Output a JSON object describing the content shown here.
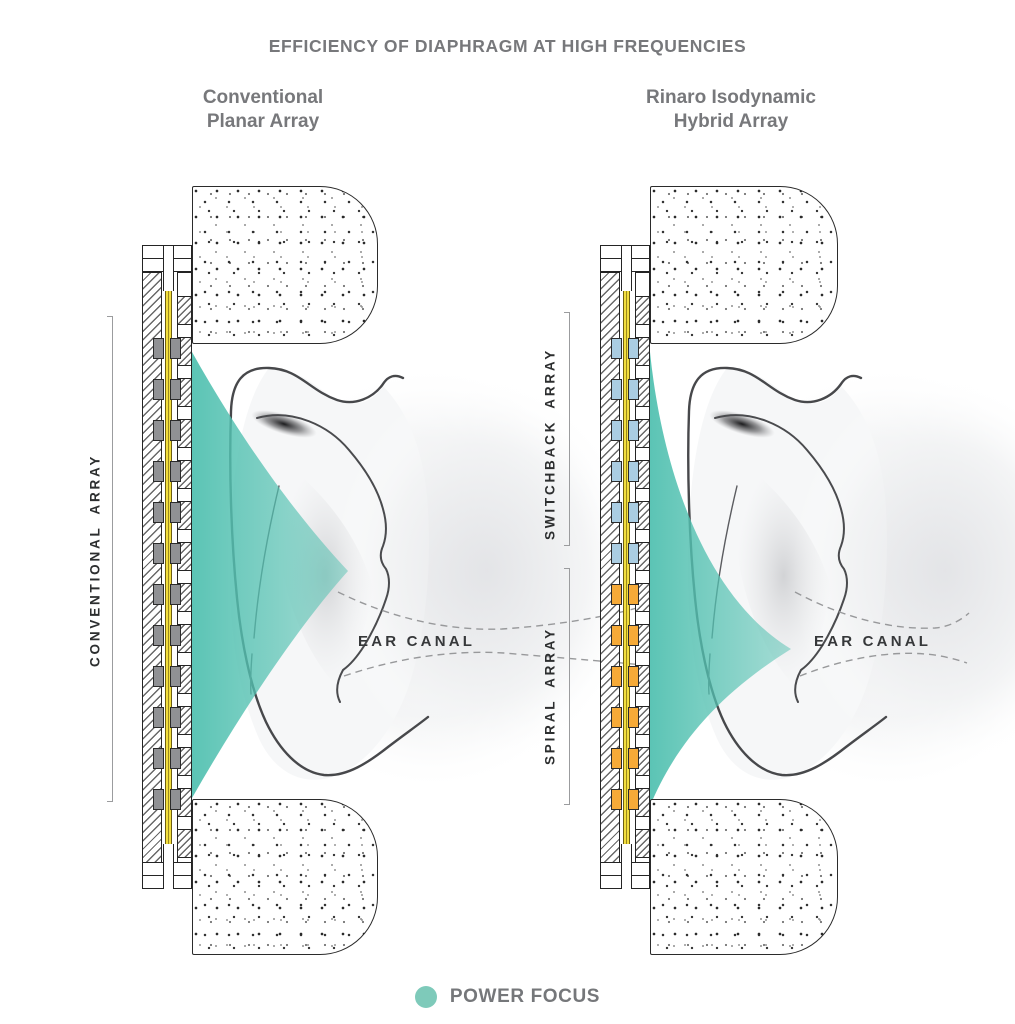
{
  "title": "EFFICIENCY OF DIAPHRAGM AT HIGH FREQUENCIES",
  "legend": {
    "label": "POWER FOCUS",
    "dot_color": "#7ecaba"
  },
  "colors": {
    "magnet_gray": "#909194",
    "magnet_blue": "#aacde2",
    "magnet_orange": "#f6aa38",
    "diaphragm_yellow": "#f2de3e",
    "power_focus_teal": "#53c1b1",
    "outline_dark": "#242424",
    "heading_gray": "#77787b",
    "label_dark": "#2c2e2f"
  },
  "figures": [
    {
      "name": "conventional-planar-array",
      "header_line1": "Conventional",
      "header_line2": "Planar Array",
      "ear_canal_label": "EAR CANAL",
      "array_labels": [
        "CONVENTIONAL ARRAY"
      ],
      "magnet_colors": [
        "gray",
        "gray",
        "gray",
        "gray",
        "gray",
        "gray",
        "gray",
        "gray",
        "gray",
        "gray",
        "gray",
        "gray"
      ]
    },
    {
      "name": "rinaro-isodynamic-hybrid-array",
      "header_line1": "Rinaro Isodynamic",
      "header_line2": "Hybrid Array",
      "ear_canal_label": "EAR CANAL",
      "array_labels": [
        "SWITCHBACK ARRAY",
        "SPIRAL ARRAY"
      ],
      "magnet_colors": [
        "blue",
        "blue",
        "blue",
        "blue",
        "blue",
        "blue",
        "orange",
        "orange",
        "orange",
        "orange",
        "orange",
        "orange"
      ]
    }
  ]
}
